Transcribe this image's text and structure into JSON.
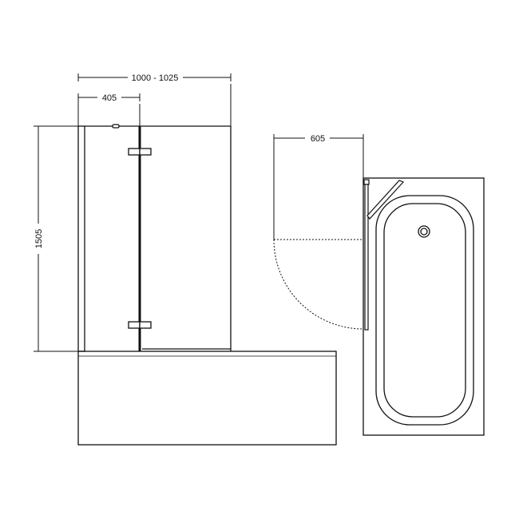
{
  "dimensions": {
    "overall_width": "1000 - 1025",
    "fixed_panel_width": "405",
    "height": "1505",
    "door_swing": "605"
  },
  "colors": {
    "line": "#111111",
    "background": "#ffffff"
  }
}
